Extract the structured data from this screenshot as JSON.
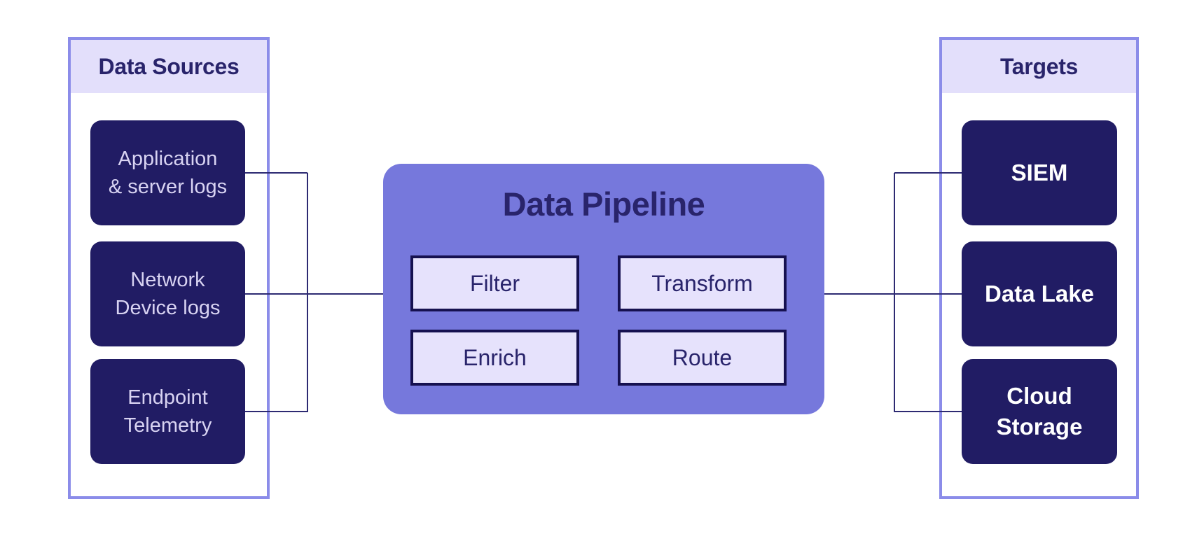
{
  "colors": {
    "navy": "#211c64",
    "panel_border": "#8b8ce9",
    "lavender": "#e3dffb",
    "stage_lavender": "#e6e2fc",
    "stage_border": "#161150",
    "pipeline_purple": "#7678dc",
    "line_navy": "#2d2a72",
    "title_navy": "#29246b",
    "source_text": "#d8d3f2",
    "target_text": "#ffffff"
  },
  "sources": {
    "title": "Data Sources",
    "items": [
      {
        "label": "Application\n& server logs"
      },
      {
        "label": "Network\nDevice logs"
      },
      {
        "label": "Endpoint\nTelemetry"
      }
    ]
  },
  "pipeline": {
    "title": "Data Pipeline",
    "stages": [
      "Filter",
      "Transform",
      "Enrich",
      "Route"
    ]
  },
  "targets": {
    "title": "Targets",
    "items": [
      {
        "label": "SIEM"
      },
      {
        "label": "Data Lake"
      },
      {
        "label": "Cloud\nStorage"
      }
    ]
  }
}
